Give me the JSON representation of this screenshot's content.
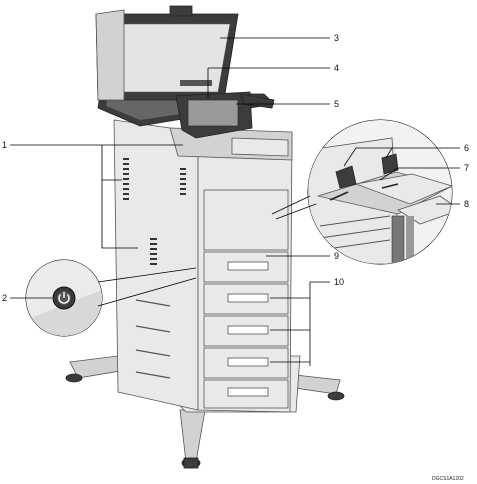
{
  "figure": {
    "callouts": [
      {
        "number": "1"
      },
      {
        "number": "2"
      },
      {
        "number": "3"
      },
      {
        "number": "4"
      },
      {
        "number": "5"
      },
      {
        "number": "6"
      },
      {
        "number": "7"
      },
      {
        "number": "8"
      },
      {
        "number": "9"
      },
      {
        "number": "10"
      }
    ],
    "figure_code": "DGCS1A1202",
    "icons": {
      "power": "power-icon"
    },
    "colors": {
      "body": "#e9e9e9",
      "panel": "#3c3c3c",
      "outline": "#555555"
    }
  }
}
